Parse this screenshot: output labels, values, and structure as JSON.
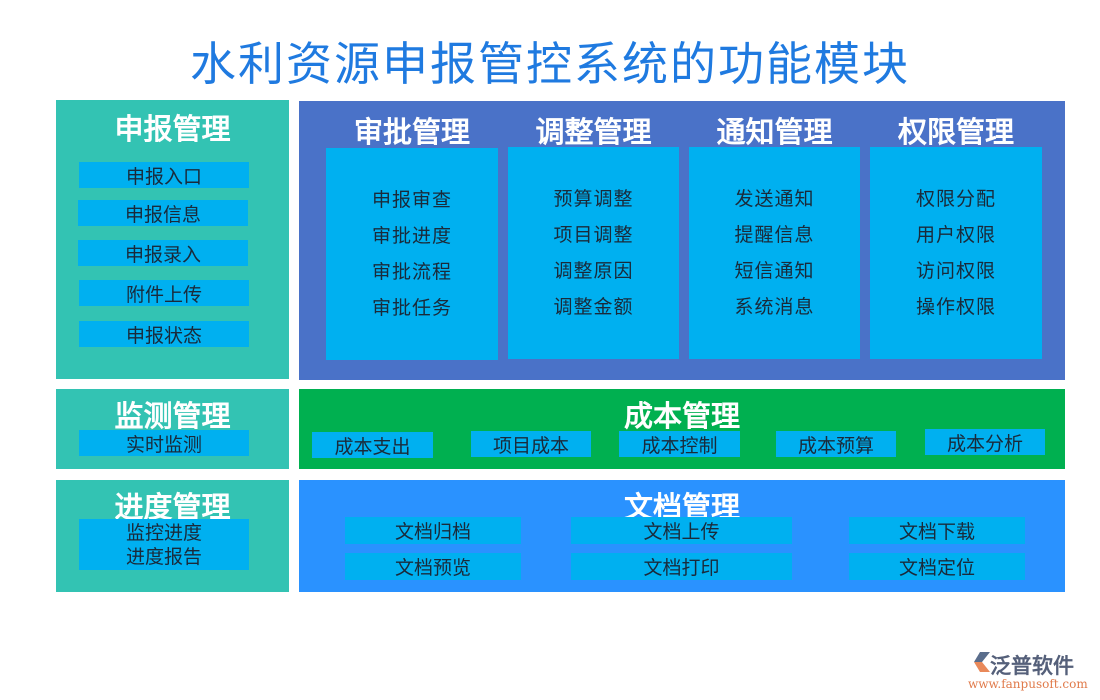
{
  "title": "水利资源申报管控系统的功能模块",
  "modules": {
    "declaration": {
      "header": "申报管理",
      "items": [
        "申报入口",
        "申报信息",
        "申报录入",
        "附件上传",
        "申报状态"
      ]
    },
    "top_columns": [
      {
        "header": "审批管理",
        "items": [
          "申报审查",
          "审批进度",
          "审批流程",
          "审批任务"
        ]
      },
      {
        "header": "调整管理",
        "items": [
          "预算调整",
          "项目调整",
          "调整原因",
          "调整金额"
        ]
      },
      {
        "header": "通知管理",
        "items": [
          "发送通知",
          "提醒信息",
          "短信通知",
          "系统消息"
        ]
      },
      {
        "header": "权限管理",
        "items": [
          "权限分配",
          "用户权限",
          "访问权限",
          "操作权限"
        ]
      }
    ],
    "monitoring": {
      "header": "监测管理",
      "items": [
        "实时监测"
      ]
    },
    "cost": {
      "header": "成本管理",
      "items": [
        "成本支出",
        "项目成本",
        "成本控制",
        "成本预算",
        "成本分析"
      ]
    },
    "progress": {
      "header": "进度管理",
      "items": [
        "监控进度",
        "进度报告"
      ]
    },
    "document": {
      "header": "文档管理",
      "items": [
        "文档归档",
        "文档上传",
        "文档下载",
        "文档预览",
        "文档打印",
        "文档定位"
      ]
    }
  },
  "colors": {
    "title": "#1f7ae0",
    "teal_panel": "#33c3b3",
    "blue_panel": "#4a72c8",
    "green_panel": "#00b050",
    "doc_panel": "#2a92ff",
    "chip": "#00b0f0"
  },
  "logo": {
    "name": "泛普软件",
    "url": "www.fanpusoft.com"
  }
}
